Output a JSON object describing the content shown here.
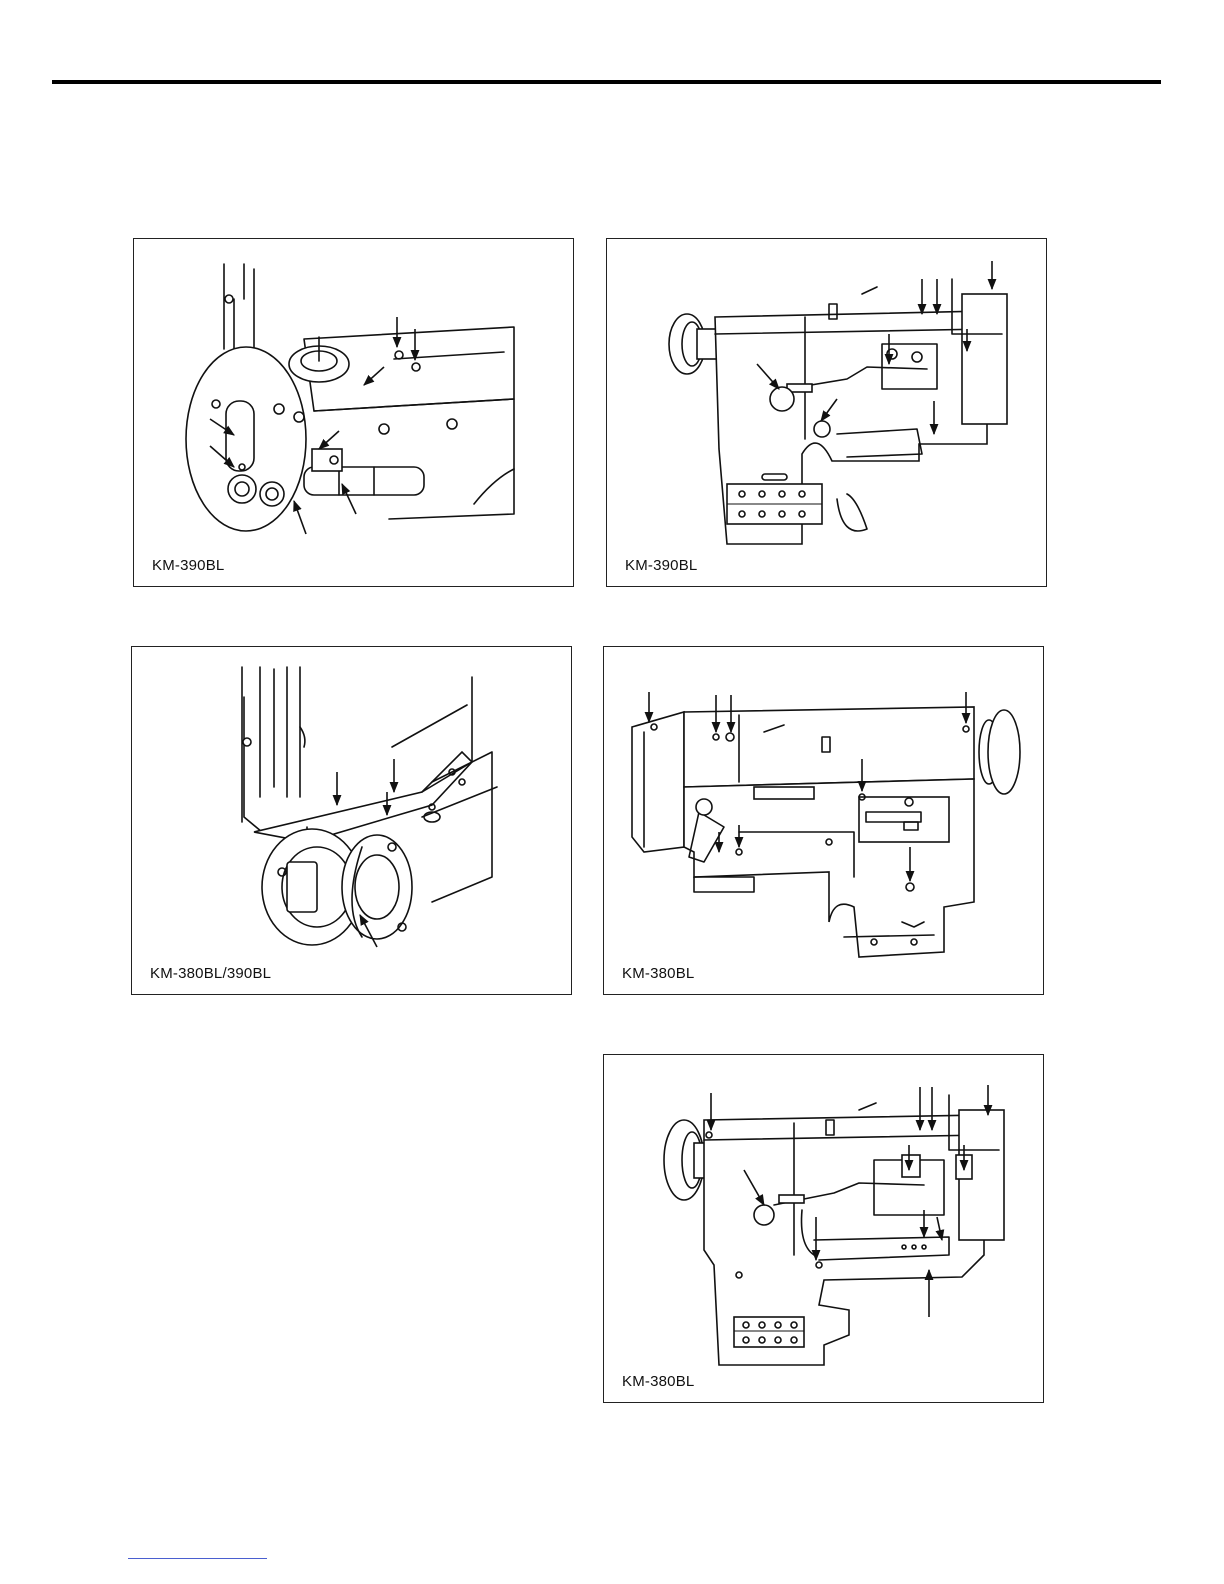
{
  "figures": [
    {
      "id": "fig1",
      "caption": "KM-390BL"
    },
    {
      "id": "fig2",
      "caption": "KM-390BL"
    },
    {
      "id": "fig3",
      "caption": "KM-380BL/390BL"
    },
    {
      "id": "fig4",
      "caption": "KM-380BL"
    },
    {
      "id": "fig5",
      "caption": "KM-380BL"
    }
  ]
}
